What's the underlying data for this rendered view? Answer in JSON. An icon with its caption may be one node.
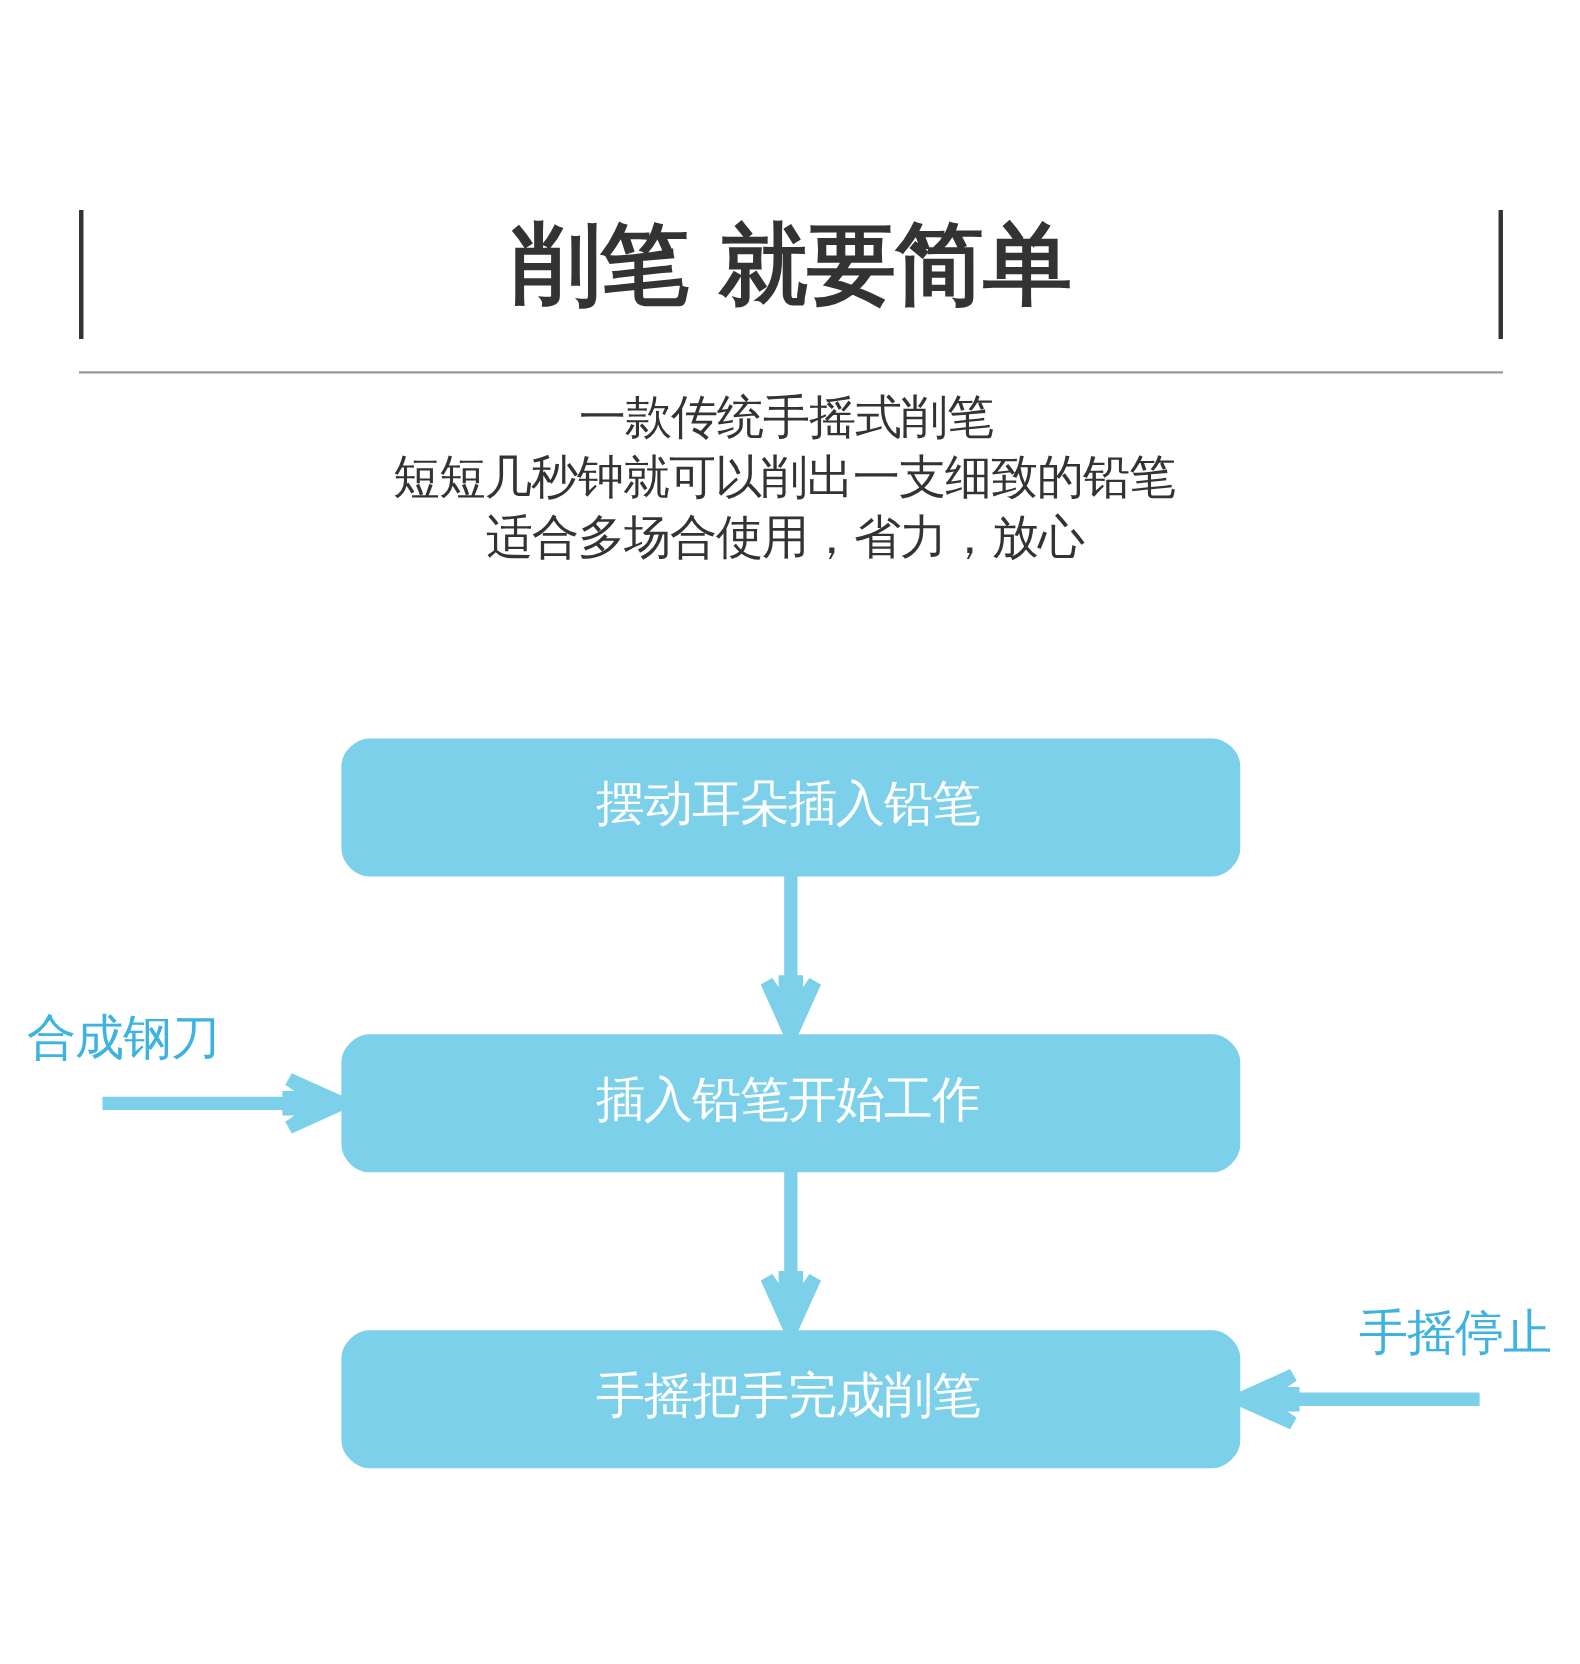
{
  "diagram": {
    "title": "削笔 就要简单",
    "nodes": [
      {
        "text": [
          "摆动耳朵插入铅笔"
        ]
      },
      {
        "text": [
          "插入铅笔开始工作"
        ]
      },
      {
        "text": [
          "手摇把手完成削笔"
        ]
      }
    ],
    "edges": [
      {
        "from": 0,
        "to": 1,
        "arrow": "to"
      },
      {
        "from": null,
        "to": 1,
        "arrow": "to",
        "label": "合成钢刀"
      },
      {
        "from": 1,
        "to": 2,
        "arrow": "to"
      },
      {
        "from": null,
        "to": 2,
        "arrow": "to",
        "label": "手摇停止"
      }
    ],
    "labels": [
      "一款传统手摇式削笔",
      "短短几秒钟就可以削出一支细致的铅笔",
      "适合多场合使用，省力，放心"
    ]
  }
}
